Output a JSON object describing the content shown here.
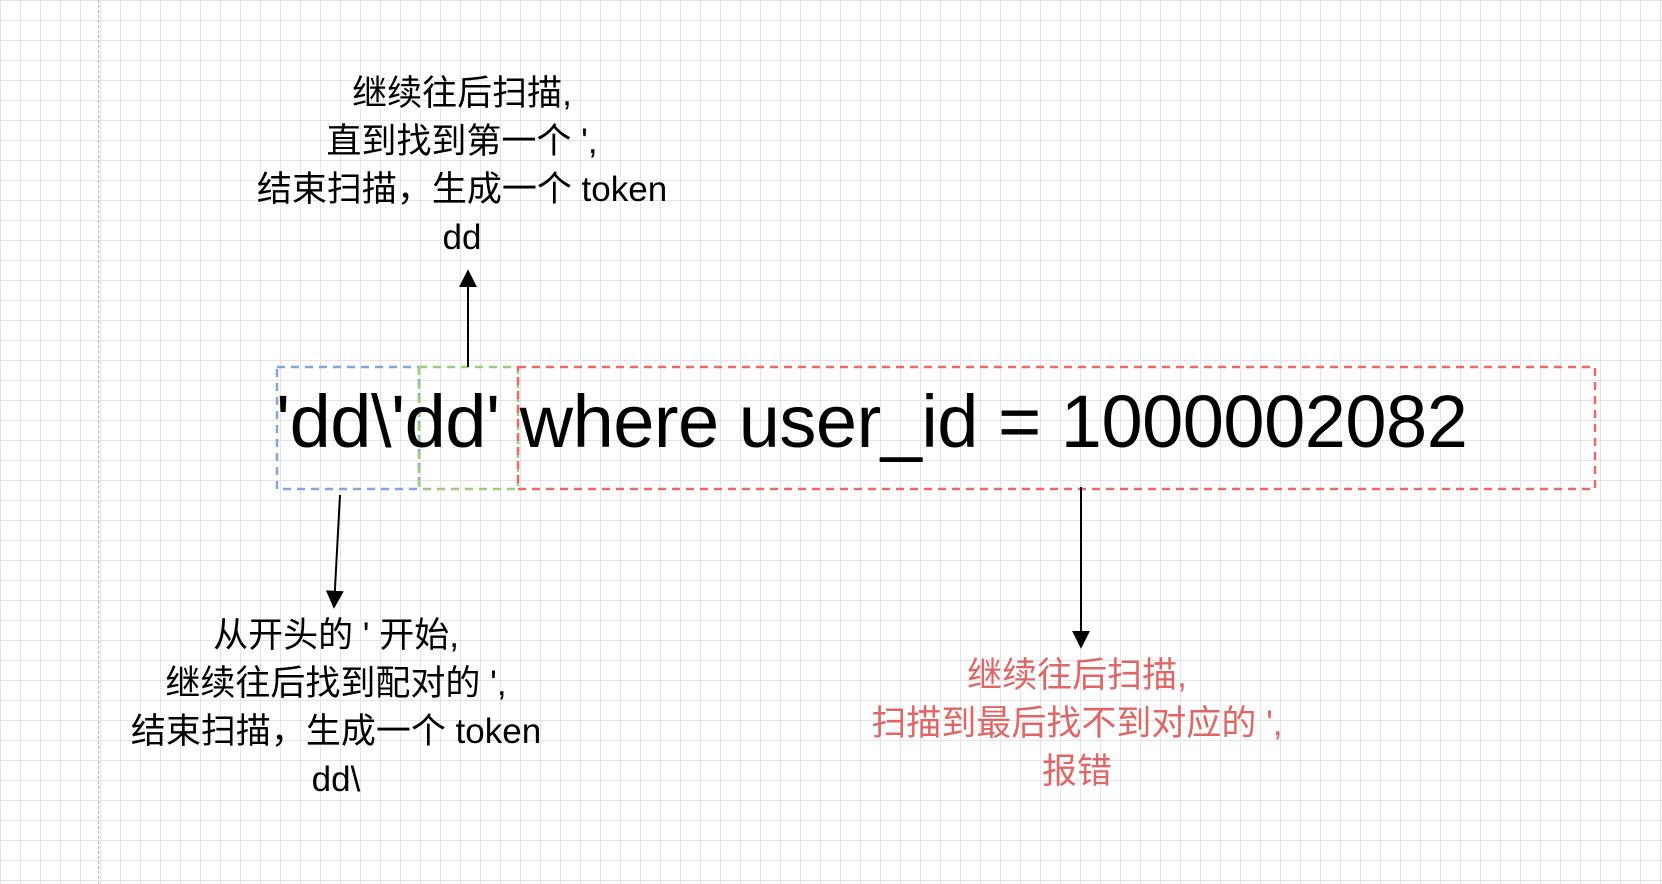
{
  "expression": {
    "token1": "'dd\\'",
    "token2": "dd'",
    "rest": " where user_id = 1000002082"
  },
  "annotations": {
    "top": {
      "lines": [
        "继续往后扫描,",
        "直到找到第一个 ',",
        "结束扫描，生成一个 token",
        "dd"
      ],
      "color": "#000000"
    },
    "bottom_left": {
      "lines": [
        "从开头的 ' 开始,",
        "继续往后找到配对的 ',",
        "结束扫描，生成一个 token",
        "dd\\"
      ],
      "color": "#000000"
    },
    "bottom_right": {
      "lines": [
        "继续往后扫描,",
        "扫描到最后找不到对应的 ',",
        "报错"
      ],
      "color": "#e06666"
    }
  },
  "colors": {
    "box_token1": "#7ea6e0",
    "box_token2": "#97d077",
    "box_rest": "#ea6b66",
    "arrow": "#000000",
    "grid": "#e4e4e4"
  }
}
